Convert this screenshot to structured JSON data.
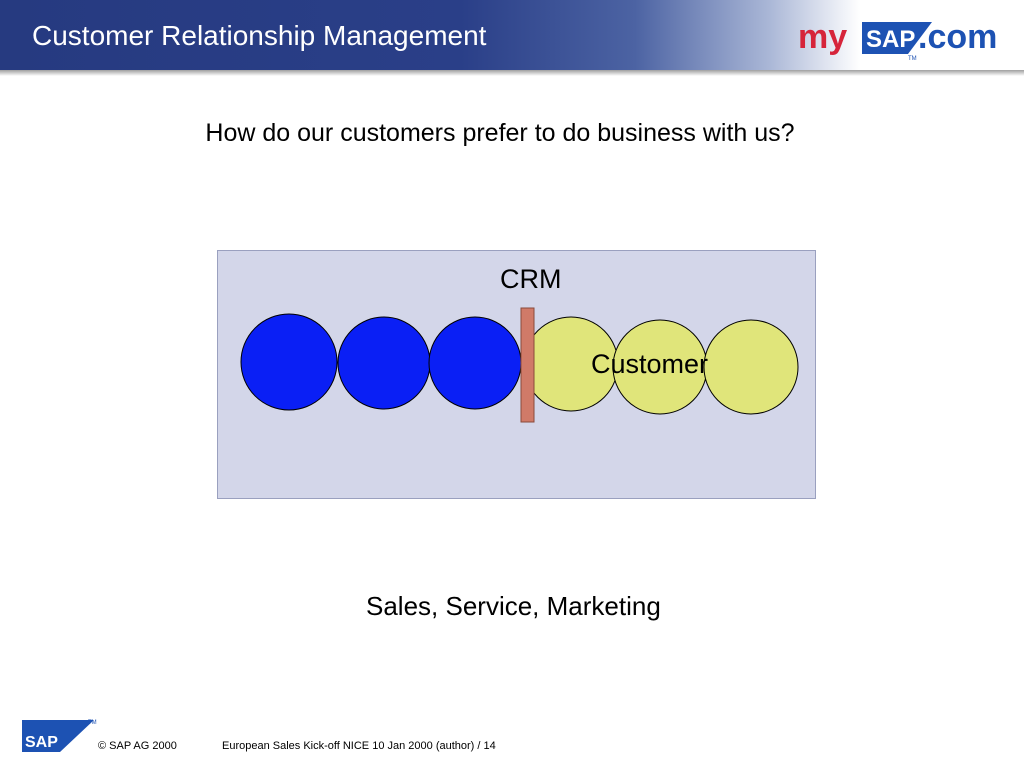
{
  "header": {
    "title": "Customer Relationship Management",
    "logo": {
      "prefix": "my",
      "brand": "SAP",
      "suffix": ".com",
      "tm": "TM"
    }
  },
  "main": {
    "question": "How do our customers prefer to do business with us?",
    "diagram": {
      "crm_label": "CRM",
      "customer_label": "Customer",
      "company_circle_color": "#0a1ff5",
      "customer_circle_color": "#e0e57a",
      "crm_bar_color": "#d07a68",
      "background_color": "#d3d6e9"
    },
    "caption": "Sales, Service, Marketing"
  },
  "footer": {
    "logo_text": "SAP",
    "logo_tm": "TM",
    "copyright": "© SAP AG 2000",
    "event": "European Sales Kick-off NICE 10 Jan 2000 (author)  / 14"
  }
}
